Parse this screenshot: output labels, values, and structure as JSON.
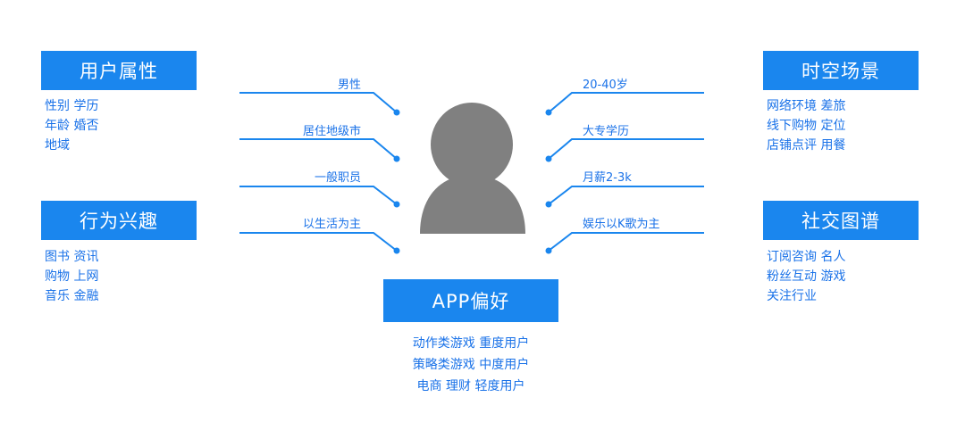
{
  "categories": {
    "user_attributes": {
      "title": "用户属性",
      "items": [
        "性别  学历",
        "年龄  婚否",
        "地域"
      ]
    },
    "behavior_interests": {
      "title": "行为兴趣",
      "items": [
        "图书  资讯",
        "购物  上网",
        "音乐  金融"
      ]
    },
    "time_space_scene": {
      "title": "时空场景",
      "items": [
        "网络环境  差旅",
        "线下购物  定位",
        "店铺点评  用餐"
      ]
    },
    "social_graph": {
      "title": "社交图谱",
      "items": [
        "订阅咨询  名人",
        "粉丝互动  游戏",
        "关注行业"
      ]
    },
    "app_preference": {
      "title": "APP偏好",
      "items": [
        "动作类游戏 重度用户",
        "策略类游戏 中度用户",
        "电商 理财 轻度用户"
      ]
    }
  },
  "left_labels": [
    "男性",
    "居住地级市",
    "一般职员",
    "以生活为主"
  ],
  "right_labels": [
    "20-40岁",
    "大专学历",
    "月薪2-3k",
    "娱乐以K歌为主"
  ],
  "colors": {
    "box_fill": "#1a86ee",
    "text_blue": "#1a72e8",
    "line_blue": "#1a86ee",
    "person_gray": "#808080"
  },
  "icons": {
    "center": "person-silhouette-icon"
  }
}
